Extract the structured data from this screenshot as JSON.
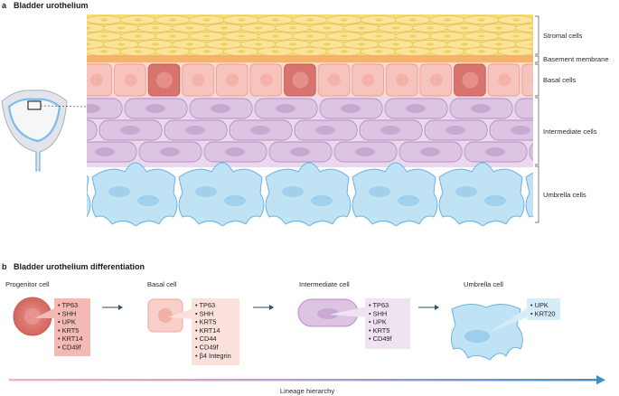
{
  "panel_a": {
    "letter": "a",
    "title": "Bladder urothelium",
    "layers": [
      "Stromal cells",
      "Basement membrane",
      "Basal cells",
      "Intermediate cells",
      "Umbrella cells"
    ]
  },
  "panel_b": {
    "letter": "b",
    "title": "Bladder urothelium differentiation",
    "cells": [
      {
        "name": "Progenitor cell",
        "markers": [
          "TP63",
          "SHH",
          "UPK",
          "KRT5",
          "KRT14",
          "CD49f"
        ]
      },
      {
        "name": "Basal cell",
        "markers": [
          "TP63",
          "SHH",
          "KRT5",
          "KRT14",
          "CD44",
          "CD49f",
          "β4 Integrin"
        ]
      },
      {
        "name": "Intermediate cell",
        "markers": [
          "TP63",
          "SHH",
          "UPK",
          "KRT5",
          "CD49f"
        ]
      },
      {
        "name": "Umbrella cell",
        "markers": [
          "UPK",
          "KRT20"
        ]
      }
    ],
    "hierarchy_label": "Lineage hierarchy"
  },
  "colors": {
    "stroma": "#f8dc7a",
    "basement": "#f3b36d",
    "basal": "#f7c4bd",
    "progenitor": "#d9736e",
    "intermediate": "#dcc4e2",
    "umbrella": "#bfe2f5",
    "arrow_start": "#e8a3ad",
    "arrow_end": "#3f8fc9"
  }
}
